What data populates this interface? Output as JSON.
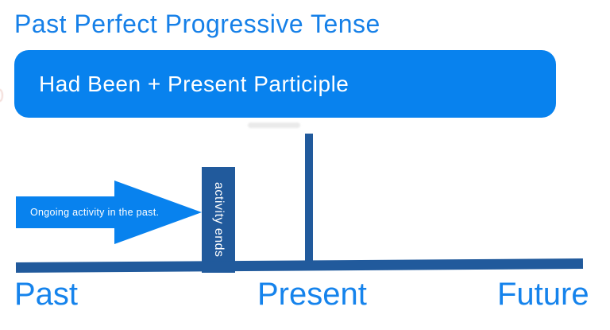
{
  "page": {
    "title": "Past Perfect Progressive Tense"
  },
  "formula_box": {
    "label": "Had Been + Present Participle"
  },
  "timeline_diagram": {
    "arrow_label": "Ongoing activity in the past.",
    "activity_bar_label": "activity ends",
    "axis_labels": {
      "past": "Past",
      "present": "Present",
      "future": "Future"
    }
  },
  "colors": {
    "bright_blue_fill": "#0882ee",
    "title_text_blue": "#1680e8",
    "axis_label_blue": "#1583ec",
    "dark_blue": "#215a9c",
    "white_text": "#ffffff",
    "background": "#ffffff"
  }
}
